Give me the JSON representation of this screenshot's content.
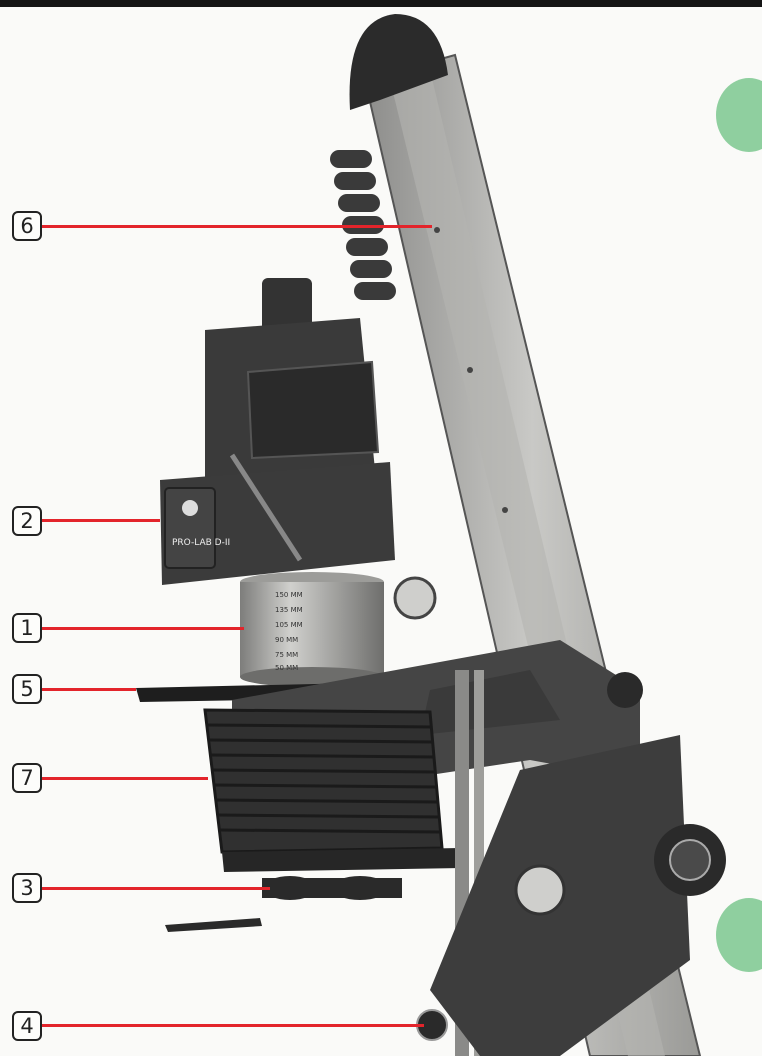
{
  "callouts": [
    {
      "id": "6",
      "label": "6"
    },
    {
      "id": "2",
      "label": "2"
    },
    {
      "id": "1",
      "label": "1"
    },
    {
      "id": "5",
      "label": "5"
    },
    {
      "id": "7",
      "label": "7"
    },
    {
      "id": "3",
      "label": "3"
    },
    {
      "id": "4",
      "label": "4"
    }
  ],
  "enlarger": {
    "lamphouse_brand": "PRO-LAB D-II",
    "lens_scale_rows": [
      "150 MM",
      "135 MM",
      "105 MM",
      "90 MM",
      "75 MM",
      "50 MM"
    ]
  },
  "colors": {
    "leader_line": "#e3242b",
    "index_tab": "#8fcf9f",
    "top_bar": "#151515"
  }
}
